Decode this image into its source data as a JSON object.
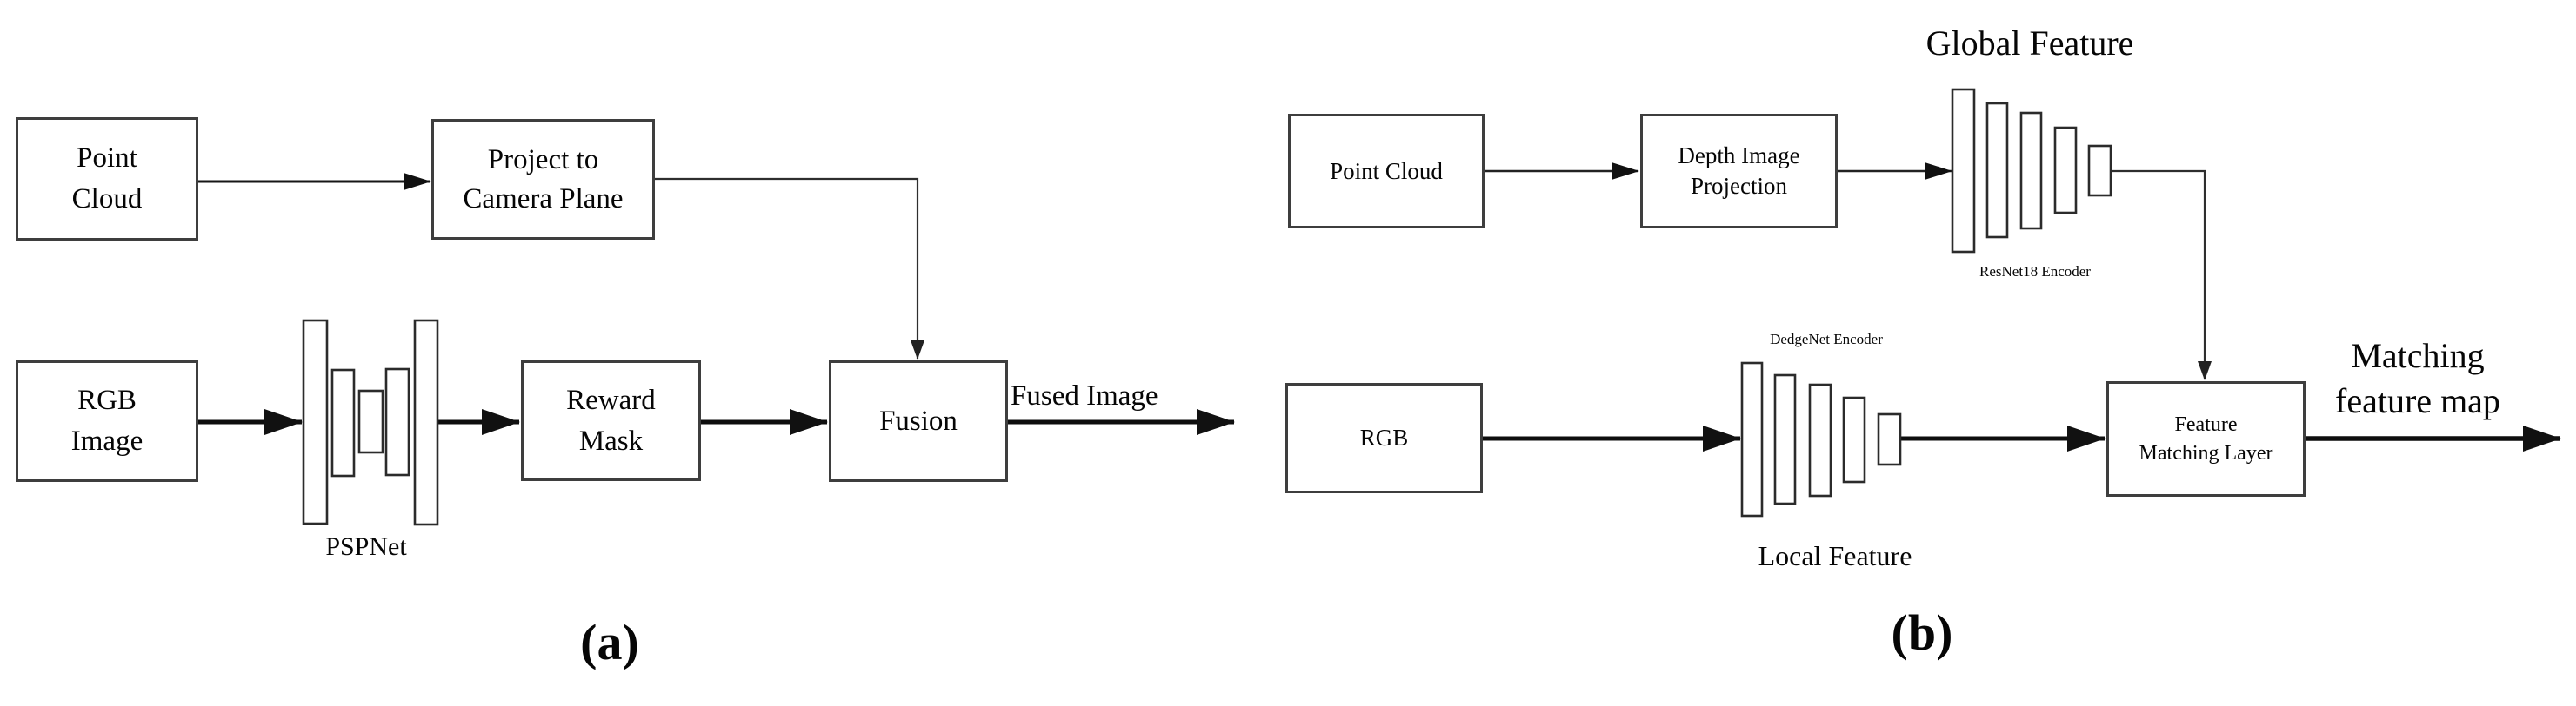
{
  "figure": {
    "background_color": "#ffffff",
    "ink_color": "#060606",
    "box_border_color": "#3e3e3e",
    "panel_a": {
      "caption": "(a)",
      "boxes": {
        "point_cloud": "Point\nCloud",
        "project_to_camera_plane": "Project to\nCamera Plane",
        "rgb_image": "RGB\nImage",
        "reward_mask": "Reward\nMask",
        "fusion": "Fusion"
      },
      "labels": {
        "pspnet": "PSPNet",
        "fused_image": "Fused Image"
      },
      "encoder_bar_count": 5
    },
    "panel_b": {
      "caption": "(b)",
      "boxes": {
        "point_cloud": "Point Cloud",
        "depth_image_projection": "Depth Image\nProjection",
        "rgb": "RGB",
        "feature_matching_layer": "Feature\nMatching Layer"
      },
      "labels": {
        "global_feature": "Global Feature",
        "resnet18_encoder": "ResNet18 Encoder",
        "dedgenet_encoder": "DedgeNet Encoder",
        "local_feature": "Local Feature",
        "matching_feature_map": "Matching\nfeature map"
      },
      "resnet_bar_count": 5,
      "dedgenet_bar_count": 5
    }
  }
}
